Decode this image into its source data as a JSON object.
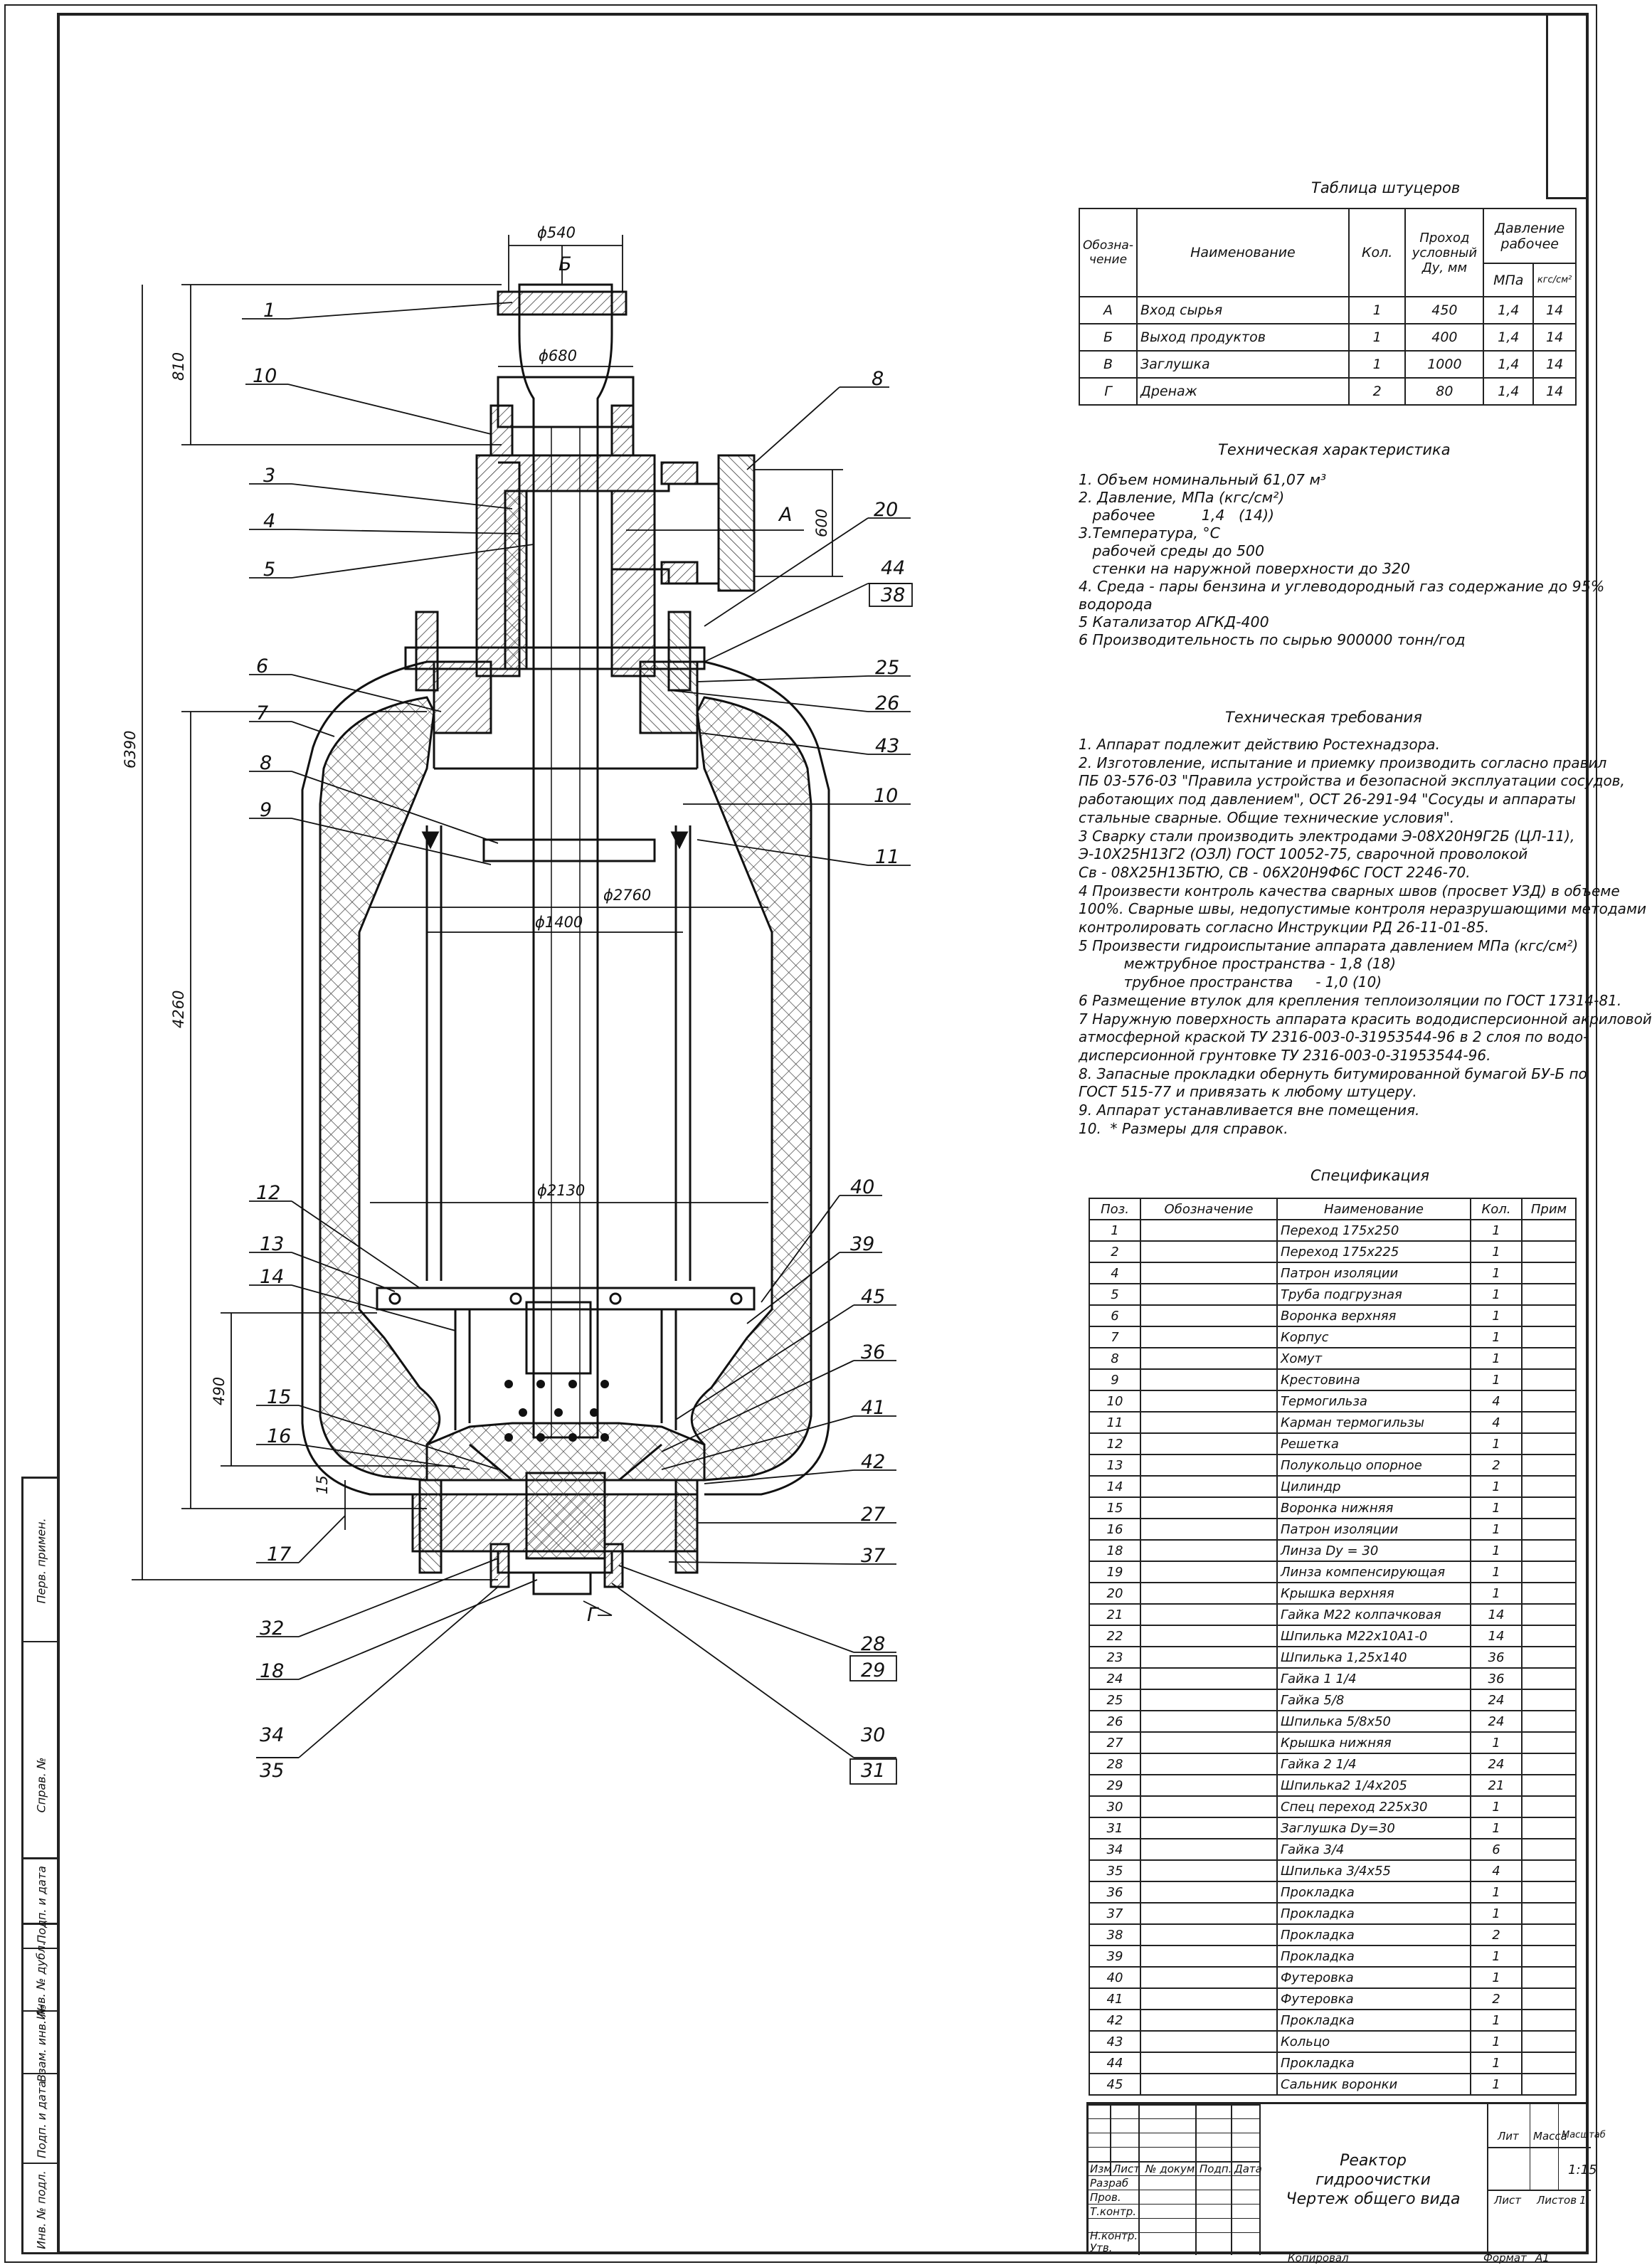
{
  "nozzle_table": {
    "title": "Таблица штуцеров",
    "headers": {
      "designation": "Обозна-\nчение",
      "name": "Наименование",
      "qty": "Кол.",
      "passage": "Проход\nусловный\nДу, мм",
      "pressure": "Давление\nрабочее",
      "mpa": "МПа",
      "kgs": "кгс/см²"
    },
    "rows": [
      {
        "d": "А",
        "name": "Вход сырья",
        "qty": "1",
        "du": "450",
        "mpa": "1,4",
        "kgs": "14"
      },
      {
        "d": "Б",
        "name": "Выход продуктов",
        "qty": "1",
        "du": "400",
        "mpa": "1,4",
        "kgs": "14"
      },
      {
        "d": "В",
        "name": "Заглушка",
        "qty": "1",
        "du": "1000",
        "mpa": "1,4",
        "kgs": "14"
      },
      {
        "d": "Г",
        "name": "Дренаж",
        "qty": "2",
        "du": "80",
        "mpa": "1,4",
        "kgs": "14"
      }
    ]
  },
  "tech_char": {
    "title": "Техническая характеристика",
    "text": "1. Объем номинальный 61,07 м³\n2. Давление, МПа (кгс/см²)\n   рабочее          1,4   (14))\n3.Температура, °С\n   рабочей среды до 500\n   стенки на наружной поверхности до 320\n4. Среда - пары бензина и углеводородный газ содержание до 95%\nводорода\n5 Катализатор АГКД-400\n6 Производительность по сырью 900000 тонн/год"
  },
  "tech_req": {
    "title": "Техническая требования",
    "text": "1. Аппарат подлежит действию Ростехнадзора.\n2. Изготовление, испытание и приемку производить согласно правил\nПБ 03-576-03 \"Правила устройства и безопасной эксплуатации сосудов,\nработающих под давлением\", ОСТ 26-291-94 \"Сосуды и аппараты\nстальные сварные. Общие технические условия\".\n3 Сварку стали производить электродами Э-08Х20Н9Г2Б (ЦЛ-11),\nЭ-10Х25Н13Г2 (ОЗЛ) ГОСТ 10052-75, сварочной проволокой\nСв - 08Х25Н13БТЮ, СВ - 06Х20Н9Ф6С ГОСТ 2246-70.\n4 Произвести контроль качества сварных швов (просвет УЗД) в объеме\n100%. Сварные швы, недопустимые контроля неразрушающими методами\nконтролировать согласно Инструкции РД 26-11-01-85.\n5 Произвести гидроиспытание аппарата давлением МПа (кгс/см²)\n          межтрубное пространства - 1,8 (18)\n          трубное пространства     - 1,0 (10)\n6 Размещение втулок для крепления теплоизоляции по ГОСТ 17314-81.\n7 Наружную поверхность аппарата красить вододисперсионной акриловой\nатмосферной краской ТУ 2316-003-0-31953544-96 в 2 слоя по водо-\nдисперсионной грунтовке ТУ 2316-003-0-31953544-96.\n8. Запасные прокладки обернуть битумированной бумагой БУ-Б по\nГОСТ 515-77 и привязать к любому штуцеру.\n9. Аппарат устанавливается вне помещения.\n10.  * Размеры для справок."
  },
  "spec": {
    "title": "Спецификация",
    "headers": {
      "pos": "Поз.",
      "des": "Обозначение",
      "name": "Наименование",
      "qty": "Кол.",
      "note": "Прим"
    },
    "rows": [
      {
        "pos": "1",
        "name": "Переход 175х250",
        "qty": "1"
      },
      {
        "pos": "2",
        "name": "Переход 175х225",
        "qty": "1"
      },
      {
        "pos": "4",
        "name": "Патрон изоляции",
        "qty": "1"
      },
      {
        "pos": "5",
        "name": "Труба подгрузная",
        "qty": "1"
      },
      {
        "pos": "6",
        "name": "Воронка верхняя",
        "qty": "1"
      },
      {
        "pos": "7",
        "name": "Корпус",
        "qty": "1"
      },
      {
        "pos": "8",
        "name": "Хомут",
        "qty": "1"
      },
      {
        "pos": "9",
        "name": "Крестовина",
        "qty": "1"
      },
      {
        "pos": "10",
        "name": "Термогильза",
        "qty": "4"
      },
      {
        "pos": "11",
        "name": "Карман термогильзы",
        "qty": "4"
      },
      {
        "pos": "12",
        "name": "Решетка",
        "qty": "1"
      },
      {
        "pos": "13",
        "name": "Полукольцо опорное",
        "qty": "2"
      },
      {
        "pos": "14",
        "name": "Цилиндр",
        "qty": "1"
      },
      {
        "pos": "15",
        "name": "Воронка нижняя",
        "qty": "1"
      },
      {
        "pos": "16",
        "name": "Патрон изоляции",
        "qty": "1"
      },
      {
        "pos": "18",
        "name": "Линза Dу = 30",
        "qty": "1"
      },
      {
        "pos": "19",
        "name": "Линза компенсирующая",
        "qty": "1"
      },
      {
        "pos": "20",
        "name": "Крышка верхняя",
        "qty": "1"
      },
      {
        "pos": "21",
        "name": "Гайка М22 колпачковая",
        "qty": "14"
      },
      {
        "pos": "22",
        "name": "Шпилька М22х10А1-0",
        "qty": "14"
      },
      {
        "pos": "23",
        "name": "Шпилька 1,25х140",
        "qty": "36"
      },
      {
        "pos": "24",
        "name": "Гайка 1 1/4",
        "qty": "36"
      },
      {
        "pos": "25",
        "name": "Гайка 5/8",
        "qty": "24"
      },
      {
        "pos": "26",
        "name": "Шпилька 5/8х50",
        "qty": "24"
      },
      {
        "pos": "27",
        "name": "Крышка нижняя",
        "qty": "1"
      },
      {
        "pos": "28",
        "name": "Гайка 2 1/4",
        "qty": "24"
      },
      {
        "pos": "29",
        "name": "Шпилька2 1/4х205",
        "qty": "21"
      },
      {
        "pos": "30",
        "name": "Спец переход 225х30",
        "qty": "1"
      },
      {
        "pos": "31",
        "name": "Заглушка Dу=30",
        "qty": "1"
      },
      {
        "pos": "34",
        "name": "Гайка 3/4",
        "qty": "6"
      },
      {
        "pos": "35",
        "name": "Шпилька 3/4х55",
        "qty": "4"
      },
      {
        "pos": "36",
        "name": "Прокладка",
        "qty": "1"
      },
      {
        "pos": "37",
        "name": "Прокладка",
        "qty": "1"
      },
      {
        "pos": "38",
        "name": "Прокладка",
        "qty": "2"
      },
      {
        "pos": "39",
        "name": "Прокладка",
        "qty": "1"
      },
      {
        "pos": "40",
        "name": "Футеровка",
        "qty": "1"
      },
      {
        "pos": "41",
        "name": "Футеровка",
        "qty": "2"
      },
      {
        "pos": "42",
        "name": "Прокладка",
        "qty": "1"
      },
      {
        "pos": "43",
        "name": "Кольцо",
        "qty": "1"
      },
      {
        "pos": "44",
        "name": "Прокладка",
        "qty": "1"
      },
      {
        "pos": "45",
        "name": "Сальник воронки",
        "qty": "1"
      }
    ]
  },
  "title_block": {
    "title_line1": "Реактор",
    "title_line2": "гидроочистки",
    "title_line3": "Чертеж общего вида",
    "izm": "Изм",
    "list": "Лист",
    "doc_no": "№ докум.",
    "sign": "Подп.",
    "date": "Дата",
    "razrab": "Разраб",
    "prov": "Пров.",
    "tkontr": "Т.контр.",
    "nkontr": "Н.контр.",
    "utv": "Утв.",
    "lit": "Лит",
    "mass": "Масса",
    "scale_lbl": "Масштаб",
    "scale": "1:15",
    "sheet": "Лист",
    "sheets": "Листов",
    "sheets_val": "1",
    "copied": "Копировал",
    "format": "Формат",
    "format_val": "A1"
  },
  "side_strip": {
    "perv_primen": "Перв. примен.",
    "sprav_no": "Справ. №",
    "podp_data_1": "Подп. и дата",
    "inv_dubl": "Инв. № дубл.",
    "vzam_inv": "Взам. инв. №",
    "podp_data_2": "Подп. и дата",
    "inv_podl": "Инв. № подл."
  },
  "dimensions": {
    "d540": "ϕ540",
    "d680": "ϕ680",
    "d1400": "ϕ1400",
    "d2760": "ϕ2760",
    "d2130": "ϕ2130",
    "h810": "810",
    "h600": "600",
    "h6390": "6390",
    "h4260": "4260",
    "h490": "490",
    "h15": "15"
  },
  "nozzle_labels": {
    "a": "А",
    "b": "Б",
    "g": "Г"
  },
  "callouts": {
    "c1": "1",
    "c10a": "10",
    "c3": "3",
    "c4": "4",
    "c5": "5",
    "c6": "6",
    "c7": "7",
    "c8a": "8",
    "c9": "9",
    "c12": "12",
    "c13": "13",
    "c14": "14",
    "c15": "15",
    "c16": "16",
    "c17": "17",
    "c32": "32",
    "c18": "18",
    "c34": "34",
    "c35": "35",
    "c8b": "8",
    "c20": "20",
    "c44": "44",
    "c38": "38",
    "c25": "25",
    "c26": "26",
    "c43": "43",
    "c10b": "10",
    "c11": "11",
    "c40": "40",
    "c39": "39",
    "c45": "45",
    "c36": "36",
    "c41": "41",
    "c42": "42",
    "c27": "27",
    "c37": "37",
    "c28": "28",
    "c29": "29",
    "c30": "30",
    "c31": "31"
  },
  "colors": {
    "line": "#111111",
    "paper": "#ffffff",
    "hatch": "#333333"
  }
}
